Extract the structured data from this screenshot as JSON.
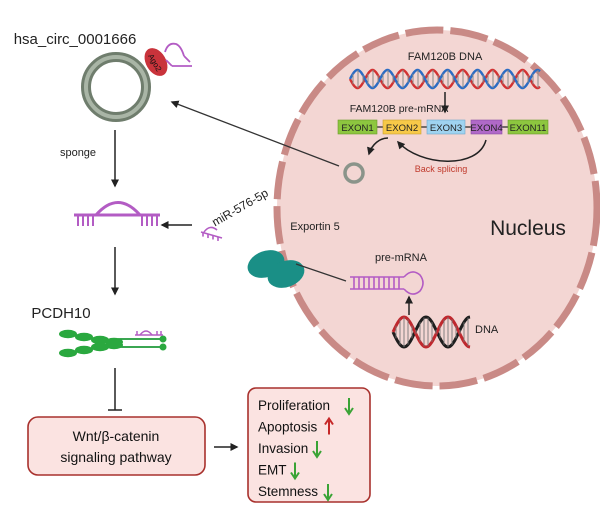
{
  "labels": {
    "circ_name": "hsa_circ_0001666",
    "ago2": "Ago2",
    "sponge": "sponge",
    "pcdh10": "PCDH10",
    "wnt_line1": "Wnt/β-catenin",
    "wnt_line2": "signaling pathway",
    "mirna": "miR-576-5p",
    "exportin": "Exportin 5",
    "pre_mrna": "pre-mRNA",
    "dna": "DNA",
    "nucleus": "Nucleus",
    "fam_dna": "FAM120B DNA",
    "fam_premrna": "FAM120B pre-mRNA",
    "back_splicing": "Back splicing"
  },
  "exons": [
    "EXON1",
    "EXON2",
    "EXON3",
    "EXON4",
    "EXON11"
  ],
  "effects": [
    {
      "label": "Proliferation",
      "direction": "down"
    },
    {
      "label": "Apoptosis",
      "direction": "up"
    },
    {
      "label": "Invasion",
      "direction": "down"
    },
    {
      "label": "EMT",
      "direction": "down"
    },
    {
      "label": "Stemness",
      "direction": "down"
    }
  ],
  "colors": {
    "nucleus_fill": "#f3d6d3",
    "nucleus_border": "#c98a86",
    "box_fill": "#fbe3e1",
    "box_border": "#a8312d",
    "circ_ring": "#7e8e7c",
    "ago2": "#c9333b",
    "rna_purple": "#b35cc4",
    "exportin": "#1a8f86",
    "protein_green": "#1f9a3a",
    "down_arrow": "#3aa335",
    "up_arrow": "#c62828",
    "exon1": "#8dc63f",
    "exon2": "#f7c948",
    "exon3": "#9fd3f0",
    "exon4": "#b069c8",
    "exon11": "#8dc63f",
    "dna_red": "#d23232",
    "dna_blue": "#2b6cc4",
    "back_splicing_text": "#c0392b"
  }
}
